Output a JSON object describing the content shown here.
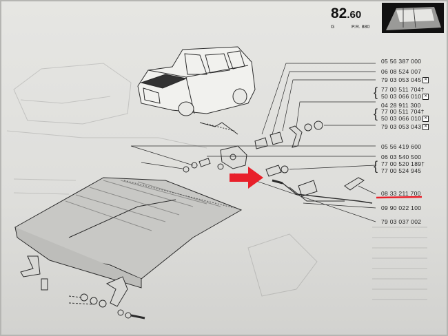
{
  "header": {
    "page_number": "82",
    "page_decimal": ".60",
    "sub_left": "G",
    "sub_right": "P.R. 880"
  },
  "colors": {
    "arrow": "#e8202a",
    "underline": "#e8202a",
    "ink": "#2a2a2a"
  },
  "parts": {
    "p1": "05 56 387 000",
    "p2": "06 08 524 007",
    "p3": "79 03 053 045",
    "p4a": "77 00 511 704",
    "p4b": "50 03 066 010",
    "p5": "04 28 911 300",
    "p6a": "77 00 511 704",
    "p6b": "50 03 066 010",
    "p7": "79 03 053 043",
    "p8": "05 56 419 600",
    "p9": "06 03 540 500",
    "p10a": "77 00 520 189",
    "p10b": "77 00 524 945",
    "p11": "08 33 211 700",
    "p12": "09 90 022 100",
    "p13": "79 03 037 002"
  },
  "marks": {
    "cross": "✕",
    "dagger": "†"
  },
  "highlight": {
    "part_key": "p11"
  }
}
